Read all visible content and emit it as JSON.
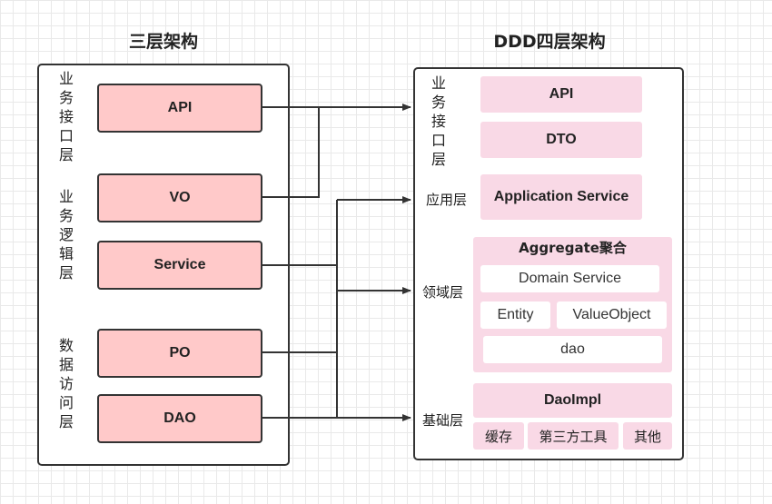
{
  "left_title": "三层架构",
  "right_title": "DDD四层架构",
  "left": {
    "labels": {
      "interface": "业务接口层",
      "logic": "业务逻辑层",
      "data": "数据访问层"
    },
    "boxes": {
      "api": "API",
      "vo": "VO",
      "service": "Service",
      "po": "PO",
      "dao": "DAO"
    }
  },
  "right": {
    "labels": {
      "interface": "业务接口层",
      "application": "应用层",
      "domain": "领域层",
      "infrastructure": "基础层"
    },
    "interface_items": [
      "API",
      "DTO"
    ],
    "application_item": "Application Service",
    "domain": {
      "aggregate_title": "Aggregate聚合",
      "domain_service": "Domain Service",
      "entity": "Entity",
      "value_object": "ValueObject",
      "dao": "dao"
    },
    "infrastructure": {
      "dao_impl": "DaoImpl",
      "items": [
        "缓存",
        "第三方工具",
        "其他"
      ]
    }
  },
  "colors": {
    "left_box": "#ffc9c9",
    "right_box": "#f9d9e6",
    "line": "#333333"
  }
}
